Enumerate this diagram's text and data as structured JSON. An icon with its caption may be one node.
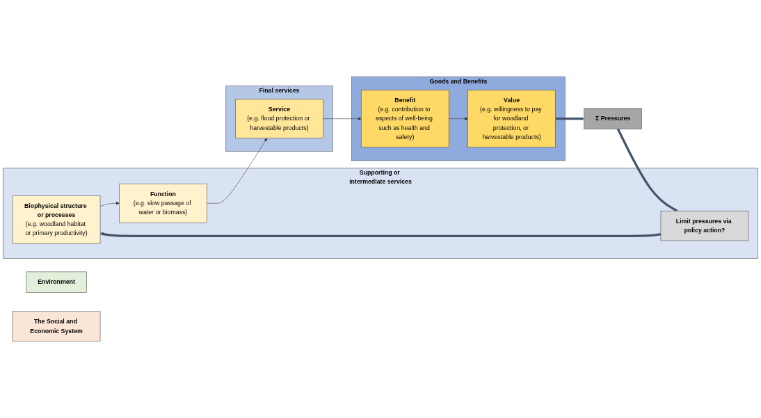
{
  "diagram": {
    "nodes": [
      {
        "text": [
          "Environment"
        ]
      },
      {
        "text": [
          "The Social and Economic System"
        ]
      },
      {
        "text": [
          "Supporting or intermediate services"
        ]
      },
      {
        "text": [
          "Final services"
        ]
      },
      {
        "text": [
          "Goods and Benefits"
        ]
      },
      {
        "text": [
          "Biophysical structure or processes",
          "(e.g. woodland habitat or primary productivity)"
        ],
        "in": 2
      },
      {
        "text": [
          "Function",
          "(e.g. slow passage of water or biomass)"
        ],
        "in": 2
      },
      {
        "text": [
          "Service",
          "(e.g. flood protection or harvestable products)"
        ],
        "in": 3
      },
      {
        "text": [
          "Benefit",
          "(e.g. contribution to aspects of well-being such as health and safety)"
        ],
        "in": 4
      },
      {
        "text": [
          "Value",
          "(e.g. willingness to pay for woodland protection, or harvestable products)"
        ],
        "in": 4
      },
      {
        "text": [
          "Limit pressures via policy action?"
        ],
        "in": 2
      },
      {
        "text": [
          "Σ Pressures"
        ]
      }
    ],
    "edges": [
      {
        "from": 5,
        "to": 6,
        "arrow": "to"
      },
      {
        "from": 6,
        "to": 7,
        "arrow": "to"
      },
      {
        "from": 7,
        "to": 8,
        "arrow": "to"
      },
      {
        "from": 8,
        "to": 9,
        "arrow": "to"
      },
      {
        "from": 9,
        "to": 11,
        "arrow": "to",
        "style": "thick",
        "color": "#44546a"
      },
      {
        "from": 11,
        "to": 10,
        "arrow": "none",
        "style": "thick",
        "color": "#44546a"
      },
      {
        "from": 10,
        "to": 5,
        "arrow": "to",
        "style": "thick",
        "color": "#44546a"
      }
    ]
  }
}
